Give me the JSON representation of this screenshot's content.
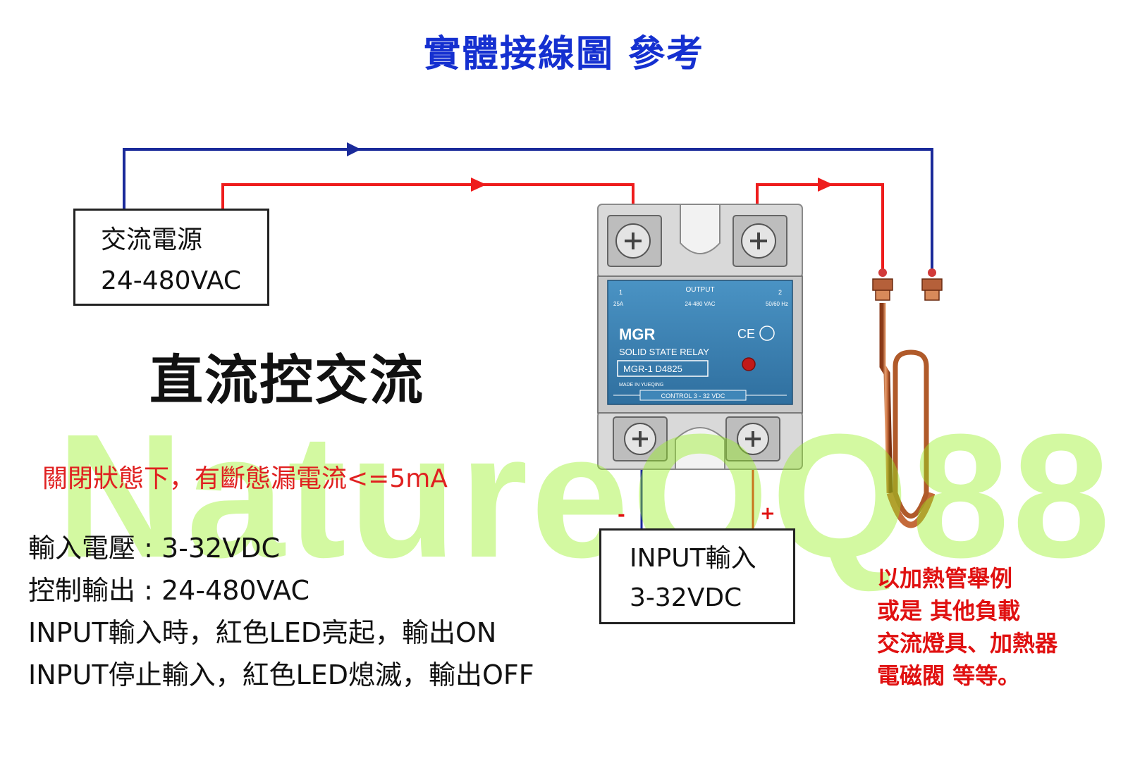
{
  "title": "實體接線圖 參考",
  "ac_source": {
    "line1": "交流電源",
    "line2": "24-480VAC"
  },
  "headline": "直流控交流",
  "leakage_note": "關閉狀態下，有斷態漏電流<=5mA",
  "specs": [
    "輸入電壓 : 3-32VDC",
    "控制輸出 : 24-480VAC",
    "INPUT輸入時，紅色LED亮起，輸出ON",
    "INPUT停止輸入，紅色LED熄滅，輸出OFF"
  ],
  "input_box": {
    "line1": "INPUT輸入",
    "line2": "3-32VDC"
  },
  "polarity": {
    "minus": "-",
    "plus": "+"
  },
  "load_note": [
    "以加熱管舉例",
    "或是 其他負載",
    "交流燈具、加熱器",
    "電磁閥 等等。"
  ],
  "relay": {
    "output_label": "OUTPUT",
    "terminal_1": "1",
    "terminal_2": "2",
    "current": "25A",
    "voltage": "24-480 VAC",
    "freq": "50/60 Hz",
    "brand": "MGR",
    "type": "SOLID STATE RELAY",
    "model": "MGR-1  D4825",
    "made_in": "MADE IN YUEQING",
    "control": "CONTROL 3 - 32 VDC",
    "marks": "CE"
  },
  "watermark": "NatureQQ88",
  "colors": {
    "title": "#1530d0",
    "wire_ac_neutral": "#1a2a9a",
    "wire_ac_live": "#ee1c1c",
    "note_red": "#e01010",
    "relay_label": "#3f86b8"
  }
}
